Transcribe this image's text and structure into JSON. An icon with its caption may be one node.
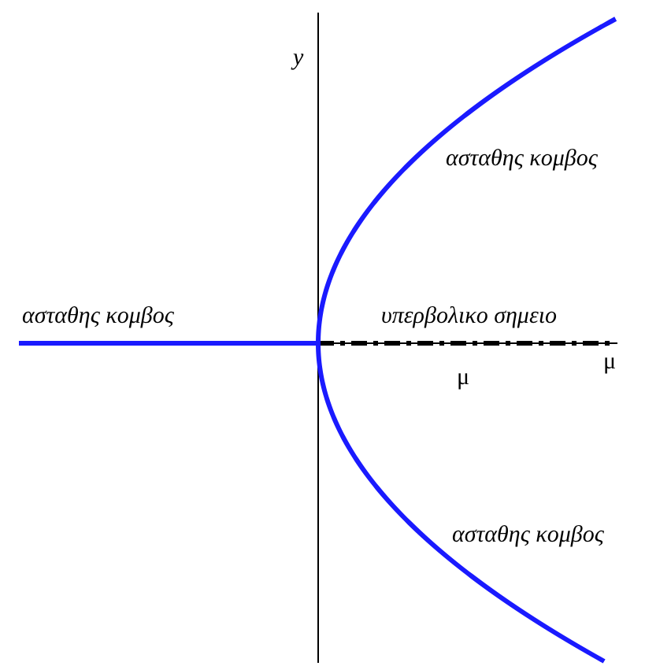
{
  "diagram": {
    "labels": [
      "y",
      "ασταθης κομβος",
      "ασταθης κομβος",
      "υπερβολικο σημειο",
      "μ",
      "μ",
      "ασταθης κομβος"
    ]
  }
}
